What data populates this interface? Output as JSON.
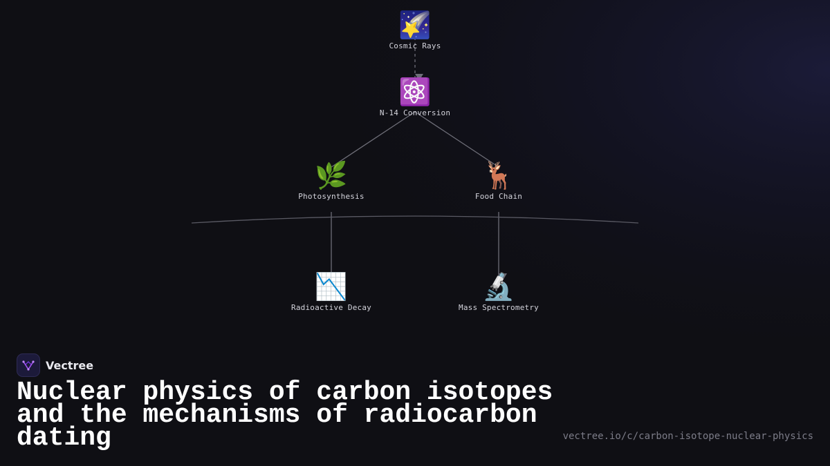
{
  "diagram": {
    "nodes": [
      {
        "id": "cosmic-rays",
        "emoji": "🌠",
        "icon": "shooting-star-icon",
        "label": "Cosmic Rays"
      },
      {
        "id": "n14-conversion",
        "emoji": "⚛️",
        "icon": "atom-icon",
        "label": "N-14 Conversion"
      },
      {
        "id": "photosynthesis",
        "emoji": "🌿",
        "icon": "herb-icon",
        "label": "Photosynthesis"
      },
      {
        "id": "food-chain",
        "emoji": "🦌",
        "icon": "deer-icon",
        "label": "Food Chain"
      },
      {
        "id": "radioactive-decay",
        "emoji": "📉",
        "icon": "chart-decreasing-icon",
        "label": "Radioactive Decay"
      },
      {
        "id": "mass-spectrometry",
        "emoji": "🔬",
        "icon": "microscope-icon",
        "label": "Mass Spectrometry"
      }
    ],
    "edges": [
      {
        "from": "cosmic-rays",
        "to": "n14-conversion",
        "style": "dashed",
        "arrow": true
      },
      {
        "from": "n14-conversion",
        "to": "photosynthesis",
        "style": "solid",
        "arrow": false
      },
      {
        "from": "n14-conversion",
        "to": "food-chain",
        "style": "solid",
        "arrow": false
      },
      {
        "from": "photosynthesis",
        "to": "radioactive-decay",
        "style": "solid",
        "arrow": true
      },
      {
        "from": "food-chain",
        "to": "mass-spectrometry",
        "style": "solid",
        "arrow": true
      }
    ]
  },
  "brand": {
    "name": "Vectree",
    "logo_icon": "vectree-logo-icon"
  },
  "title": "Nuclear physics of carbon isotopes and the mechanisms of radiocarbon dating",
  "url": "vectree.io/c/carbon-isotope-nuclear-physics",
  "colors": {
    "background": "#0f0f14",
    "edge": "#6e6e78",
    "label": "#d4d4dc",
    "title": "#ffffff",
    "url": "#7c7c88",
    "logo_accent": "#a855f7"
  }
}
